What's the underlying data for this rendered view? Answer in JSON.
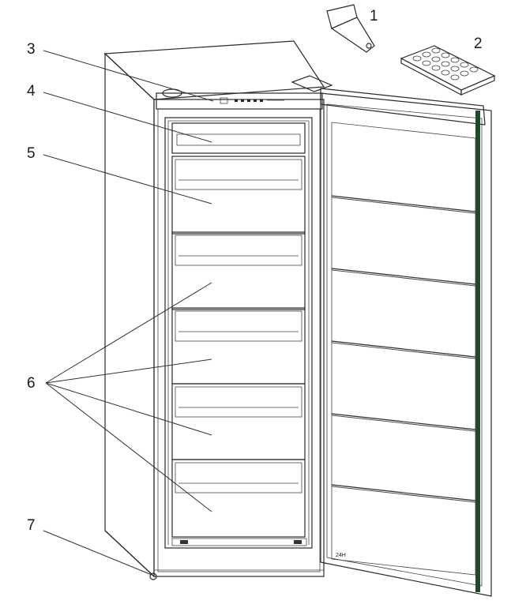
{
  "callouts": [
    {
      "id": "1",
      "label": "1"
    },
    {
      "id": "2",
      "label": "2"
    },
    {
      "id": "3",
      "label": "3"
    },
    {
      "id": "4",
      "label": "4"
    },
    {
      "id": "5",
      "label": "5"
    },
    {
      "id": "6",
      "label": "6"
    },
    {
      "id": "7",
      "label": "7"
    }
  ],
  "door_mark": "24H"
}
